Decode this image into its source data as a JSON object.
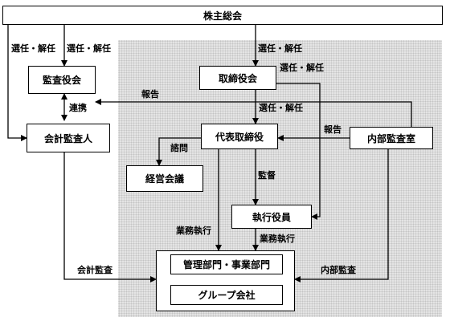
{
  "nodes": {
    "shareholders": "株主総会",
    "audit_board": "監査役会",
    "board": "取締役会",
    "accounting_auditor": "会計監査人",
    "president": "代表取締役",
    "internal_audit": "内部監査室",
    "mgmt_council": "経営会議",
    "exec_officers": "執行役員",
    "departments": "管理部門・事業部門",
    "group_companies": "グループ会社"
  },
  "edge_labels": {
    "elect_dismiss_left": "選任・解任",
    "elect_dismiss_mid": "選任・解任",
    "elect_dismiss_board": "選任・解任",
    "elect_dismiss_exec": "選任・解任",
    "elect_dismiss_president": "選任・解任",
    "report_top": "報告",
    "report_right": "報告",
    "cooperation": "連携",
    "consultation": "諮問",
    "supervision": "監督",
    "business_exec_left": "業務執行",
    "business_exec_right": "業務執行",
    "accounting_audit": "会計監査",
    "internal_audit_label": "内部監査"
  }
}
